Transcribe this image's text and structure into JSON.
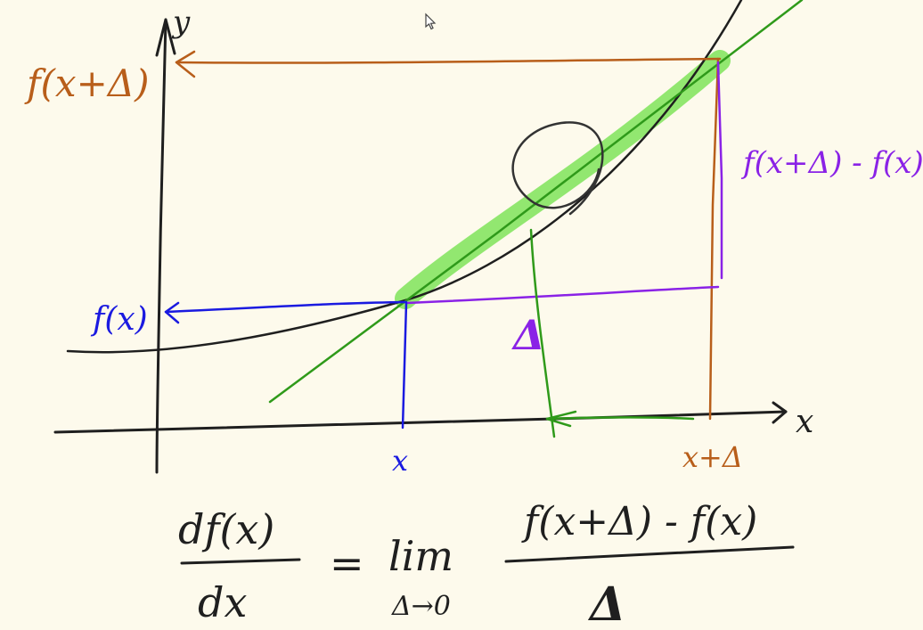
{
  "labels": {
    "y_axis": "y",
    "x_axis": "x",
    "f_x_plus_delta": "f(x+Δ)",
    "f_x": "f(x)",
    "difference": "f(x+Δ) - f(x)",
    "delta_mid": "Δ",
    "x_tick": "x",
    "x_plus_delta_tick": "x+Δ"
  },
  "formula": {
    "lhs_numerator": "df(x)",
    "lhs_denominator": "dx",
    "equals": "=",
    "lim": "lim",
    "lim_sub": "Δ→0",
    "rhs_numerator": "f(x+Δ) - f(x)",
    "rhs_denominator": "Δ"
  },
  "colors": {
    "background": "#fdfaec",
    "ink": "#1f1f1f",
    "orange": "#b85e1a",
    "purple": "#8a22e6",
    "blue": "#1a1ae0",
    "green": "#2f9a1a",
    "highlight": "#7fe35a",
    "cursor": "#444444"
  },
  "icons": {
    "cursor": "cursor-icon",
    "arrow": "arrowhead-icon"
  }
}
